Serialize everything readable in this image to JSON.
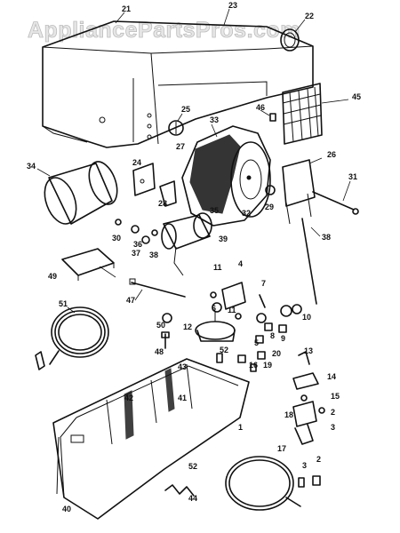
{
  "watermark": "AppliancePartsPros.com",
  "callouts": [
    {
      "id": "c21",
      "text": "21"
    },
    {
      "id": "c23",
      "text": "23"
    },
    {
      "id": "c22",
      "text": "22"
    },
    {
      "id": "c45",
      "text": "45"
    },
    {
      "id": "c46",
      "text": "46"
    },
    {
      "id": "c25",
      "text": "25"
    },
    {
      "id": "c27",
      "text": "27"
    },
    {
      "id": "c33",
      "text": "33"
    },
    {
      "id": "c34",
      "text": "34"
    },
    {
      "id": "c24",
      "text": "24"
    },
    {
      "id": "c26",
      "text": "26"
    },
    {
      "id": "c29",
      "text": "29"
    },
    {
      "id": "c31",
      "text": "31"
    },
    {
      "id": "c28",
      "text": "28"
    },
    {
      "id": "c35",
      "text": "35"
    },
    {
      "id": "c32a",
      "text": "32"
    },
    {
      "id": "c30",
      "text": "30"
    },
    {
      "id": "c38a",
      "text": "38"
    },
    {
      "id": "c36",
      "text": "36"
    },
    {
      "id": "c37",
      "text": "37"
    },
    {
      "id": "c39",
      "text": "39"
    },
    {
      "id": "c38b",
      "text": "38"
    },
    {
      "id": "c49",
      "text": "49"
    },
    {
      "id": "c47",
      "text": "47"
    },
    {
      "id": "c11a",
      "text": "11"
    },
    {
      "id": "c4",
      "text": "4"
    },
    {
      "id": "c7",
      "text": "7"
    },
    {
      "id": "c6",
      "text": "6"
    },
    {
      "id": "c11b",
      "text": "11"
    },
    {
      "id": "c10",
      "text": "10"
    },
    {
      "id": "c51",
      "text": "51"
    },
    {
      "id": "c12",
      "text": "12"
    },
    {
      "id": "c8",
      "text": "8"
    },
    {
      "id": "c9",
      "text": "9"
    },
    {
      "id": "c5",
      "text": "5"
    },
    {
      "id": "c50",
      "text": "50"
    },
    {
      "id": "c48",
      "text": "48"
    },
    {
      "id": "c52a",
      "text": "52"
    },
    {
      "id": "c20",
      "text": "20"
    },
    {
      "id": "c16",
      "text": "16"
    },
    {
      "id": "c19",
      "text": "19"
    },
    {
      "id": "c13",
      "text": "13"
    },
    {
      "id": "c43",
      "text": "43"
    },
    {
      "id": "c14",
      "text": "14"
    },
    {
      "id": "c42",
      "text": "42"
    },
    {
      "id": "c41",
      "text": "41"
    },
    {
      "id": "c15",
      "text": "15"
    },
    {
      "id": "c18",
      "text": "18"
    },
    {
      "id": "c2a",
      "text": "2"
    },
    {
      "id": "c3a",
      "text": "3"
    },
    {
      "id": "c17",
      "text": "17"
    },
    {
      "id": "c1",
      "text": "1"
    },
    {
      "id": "c3b",
      "text": "3"
    },
    {
      "id": "c2b",
      "text": "2"
    },
    {
      "id": "c40",
      "text": "40"
    },
    {
      "id": "c52b",
      "text": "52"
    },
    {
      "id": "c44",
      "text": "44"
    }
  ]
}
